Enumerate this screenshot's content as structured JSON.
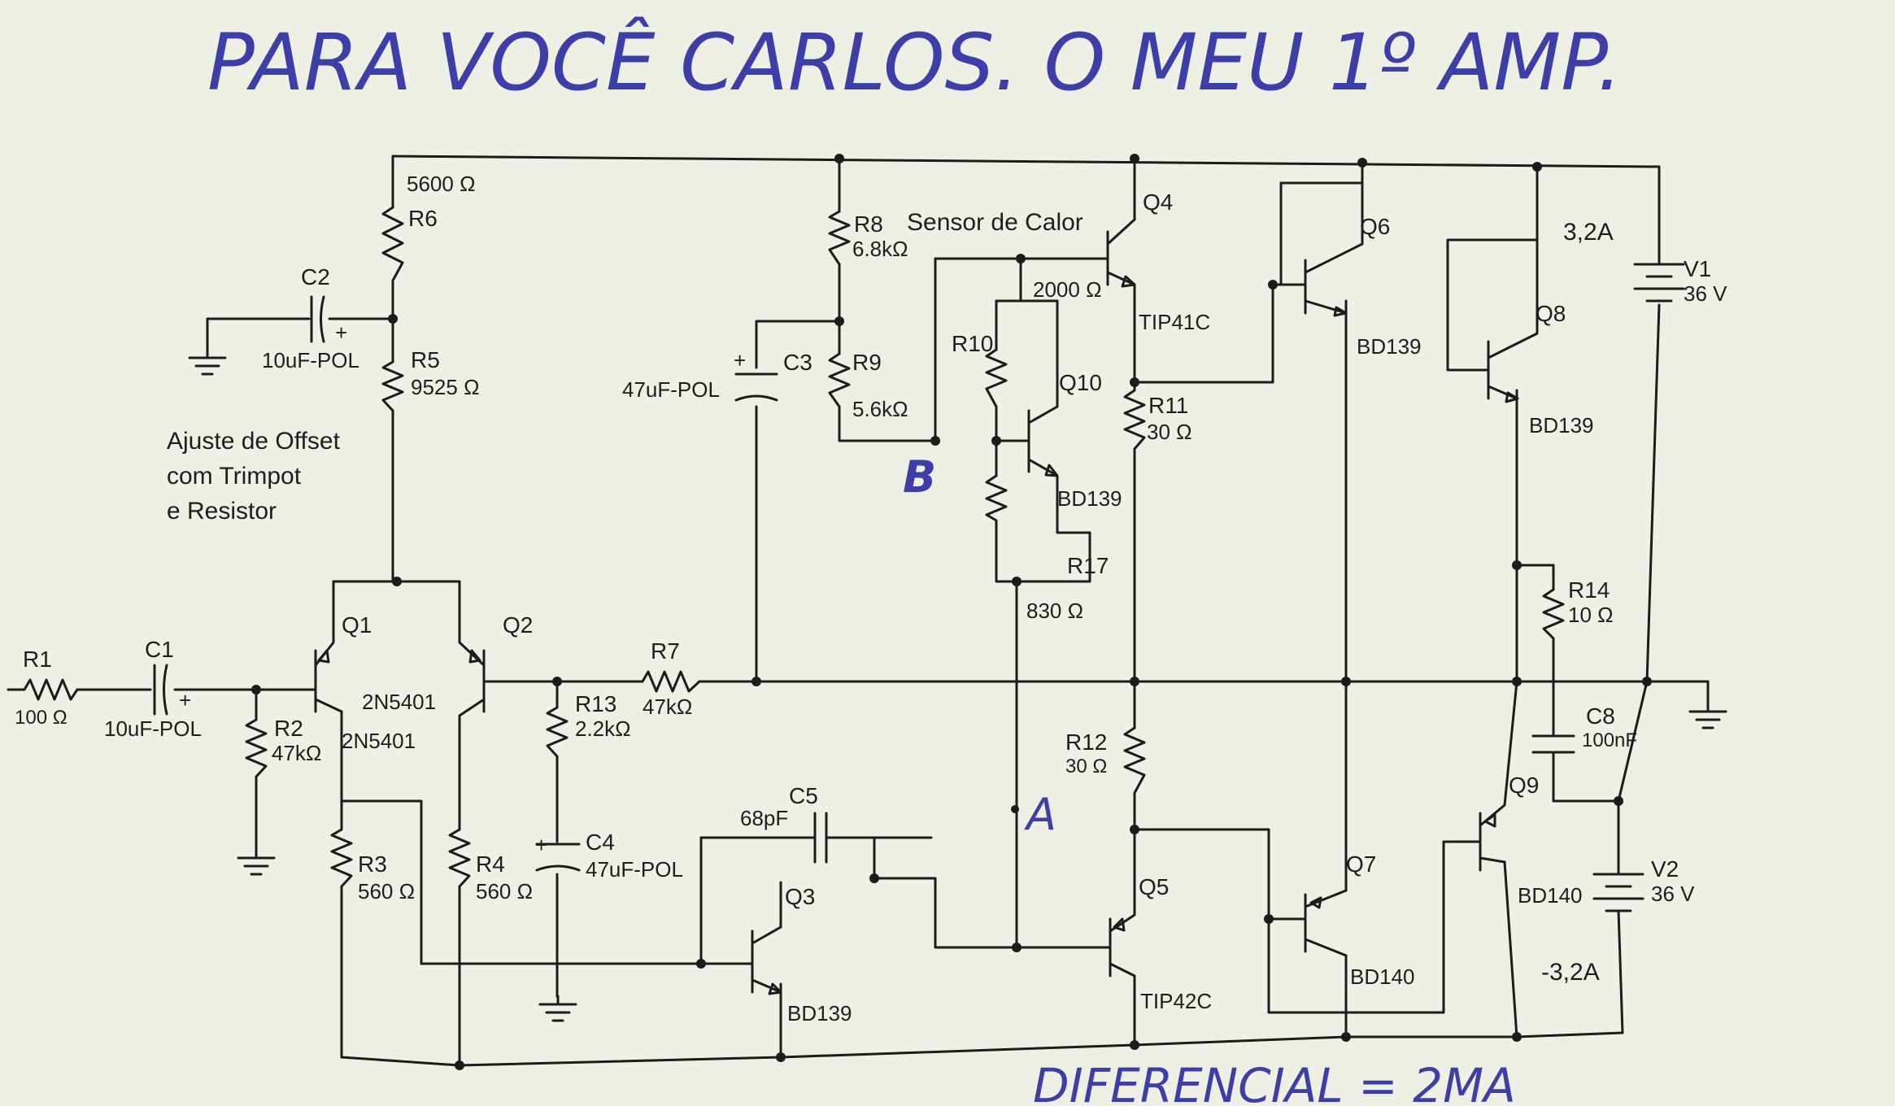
{
  "handwritten": {
    "title": "PARA VOCÊ CARLOS. O MEU 1º AMP.",
    "point_b": "B",
    "point_a": "A",
    "footer": "DIFERENCIAL = 2MA"
  },
  "notes": {
    "heat_sensor": "Sensor de Calor",
    "offset_line1": "Ajuste de Offset",
    "offset_line2": "com Trimpot",
    "offset_line3": "e Resistor",
    "current_pos": "3,2A",
    "current_neg": "-3,2A"
  },
  "components": {
    "R1": {
      "name": "R1",
      "value": "100 Ω"
    },
    "C1": {
      "name": "C1",
      "value": "10uF-POL"
    },
    "R2": {
      "name": "R2",
      "value": "47kΩ"
    },
    "C2": {
      "name": "C2",
      "value": "10uF-POL"
    },
    "R5": {
      "name": "R5",
      "value": "9525 Ω"
    },
    "R6": {
      "name": "R6",
      "value": "5600 Ω"
    },
    "Q1": {
      "name": "Q1",
      "value": "2N5401"
    },
    "Q2": {
      "name": "Q2",
      "value": "2N5401"
    },
    "R3": {
      "name": "R3",
      "value": "560 Ω"
    },
    "R4": {
      "name": "R4",
      "value": "560 Ω"
    },
    "R13": {
      "name": "R13",
      "value": "2.2kΩ"
    },
    "C4": {
      "name": "C4",
      "value": "47uF-POL"
    },
    "R7": {
      "name": "R7",
      "value": "47kΩ"
    },
    "C3": {
      "name": "C3",
      "value": "47uF-POL"
    },
    "R8": {
      "name": "R8",
      "value": "6.8kΩ"
    },
    "R9": {
      "name": "R9",
      "value": "5.6kΩ"
    },
    "R10": {
      "name": "R10",
      "value": "2000 Ω"
    },
    "Q10": {
      "name": "Q10",
      "value": "BD139"
    },
    "R17": {
      "name": "R17",
      "value": "830 Ω"
    },
    "C5": {
      "name": "C5",
      "value": "68pF"
    },
    "Q3": {
      "name": "Q3",
      "value": "BD139"
    },
    "Q4": {
      "name": "Q4",
      "value": "TIP41C"
    },
    "R11": {
      "name": "R11",
      "value": "30 Ω"
    },
    "R12": {
      "name": "R12",
      "value": "30 Ω"
    },
    "Q5": {
      "name": "Q5",
      "value": "TIP42C"
    },
    "Q6": {
      "name": "Q6",
      "value": "BD139"
    },
    "Q7": {
      "name": "Q7",
      "value": "BD140"
    },
    "Q8": {
      "name": "Q8",
      "value": "BD139"
    },
    "Q9": {
      "name": "Q9",
      "value": "BD140"
    },
    "R14": {
      "name": "R14",
      "value": "10 Ω"
    },
    "C8": {
      "name": "C8",
      "value": "100nF"
    },
    "V1": {
      "name": "V1",
      "value": "36 V"
    },
    "V2": {
      "name": "V2",
      "value": "36 V"
    }
  }
}
